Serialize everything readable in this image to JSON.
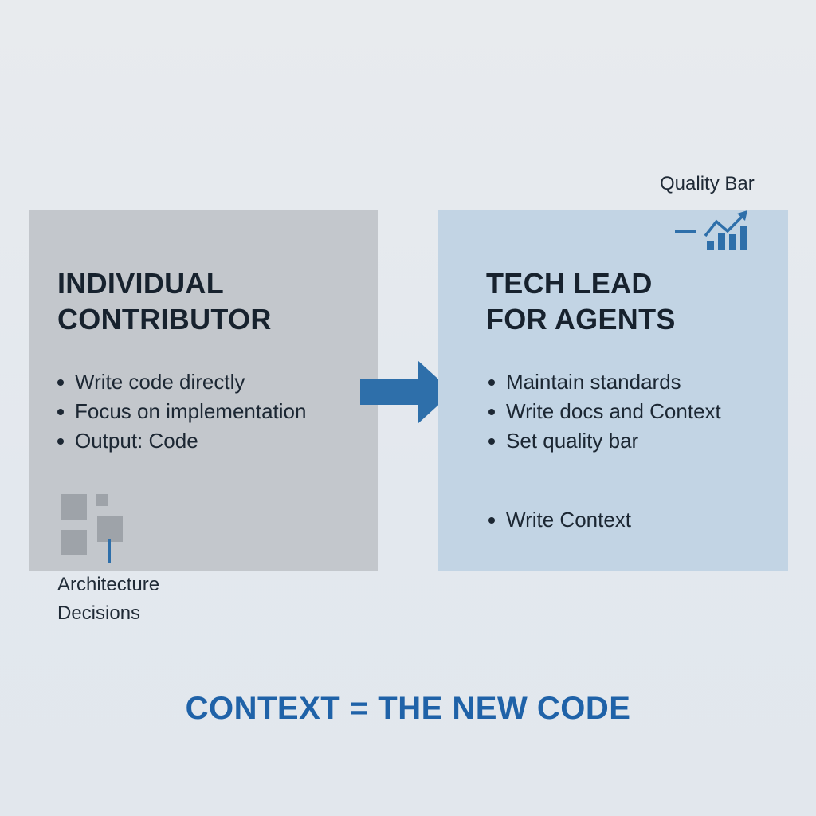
{
  "left_panel": {
    "title_lines": [
      "INDIVIDUAL",
      "CONTRIBUTOR"
    ],
    "bullets": [
      "Write code directly",
      "Focus on implementation",
      "Output: Code"
    ],
    "icon": "architecture-blocks-icon",
    "caption_lines": [
      "Architecture",
      "Decisions"
    ],
    "background": "#c3c7cc"
  },
  "arrow": {
    "icon": "right-arrow-icon",
    "color": "#2e6faa"
  },
  "right_panel": {
    "title_lines": [
      "TECH LEAD",
      "FOR AGENTS"
    ],
    "bullets": [
      "Maintain standards",
      "Write docs and Context",
      "Set quality bar"
    ],
    "extra_bullets": [
      "Write Context"
    ],
    "quality_label": "Quality Bar",
    "quality_icon": "trending-bar-chart-icon",
    "background": "#c2d4e4"
  },
  "tagline": "CONTEXT = THE NEW CODE",
  "colors": {
    "accent": "#2e6faa",
    "tagline": "#1f62a8",
    "text": "#1c2733",
    "background": "#e6eaef"
  }
}
